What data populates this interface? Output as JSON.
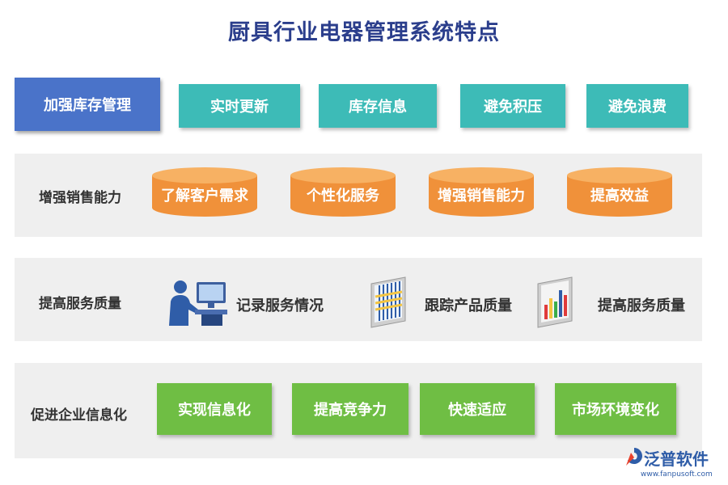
{
  "title": "厨具行业电器管理系统特点",
  "rows": [
    {
      "label": "加强库存管理",
      "items": [
        "实时更新",
        "库存信息",
        "避免积压",
        "避免浪费"
      ]
    },
    {
      "label": "增强销售能力",
      "items": [
        "了解客户需求",
        "个性化服务",
        "增强销售能力",
        "提高效益"
      ]
    },
    {
      "label": "提高服务质量",
      "items": [
        "记录服务情况",
        "跟踪产品质量",
        "提高服务质量"
      ]
    },
    {
      "label": "促进企业信息化",
      "items": [
        "实现信息化",
        "提高竞争力",
        "快速适应",
        "市场环境变化"
      ]
    }
  ],
  "icons": {
    "row3": [
      "computer-user-icon",
      "barcode-chart-icon",
      "bar-chart-icon"
    ],
    "logo": "fanpu-logo-icon"
  },
  "colors": {
    "title": "#2b3e8c",
    "blue": "#4a73c9",
    "teal": "#3dbbb7",
    "orange": "#f0913a",
    "green": "#6fbe44",
    "panel": "#efefef"
  },
  "logo": {
    "name": "泛普软件",
    "url": "www.fanpusoft.com"
  }
}
